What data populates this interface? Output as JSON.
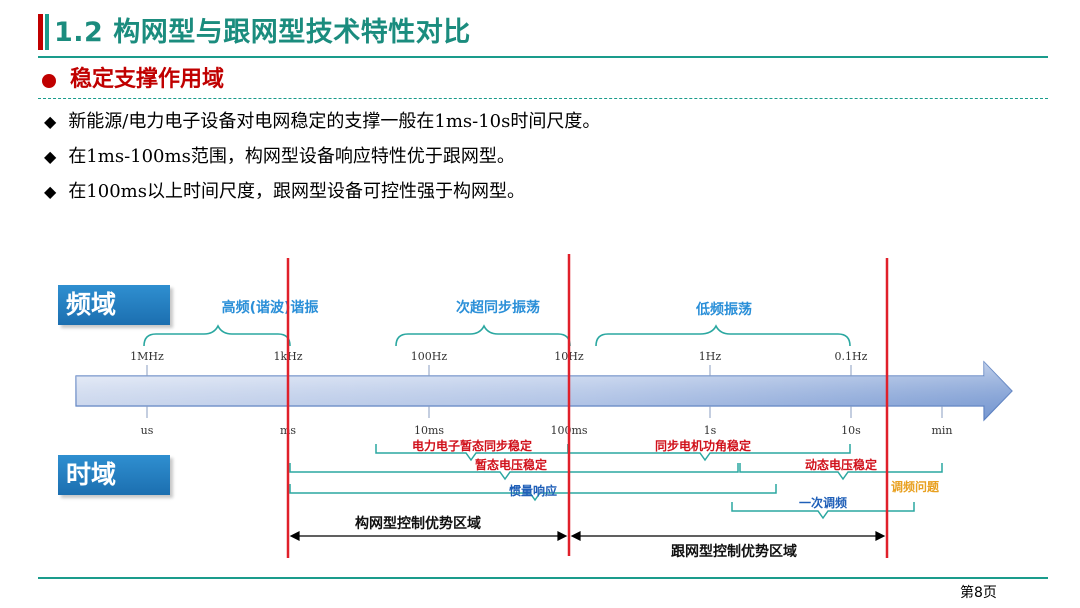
{
  "title": "1.2 构网型与跟网型技术特性对比",
  "subtitle": "稳定支撑作用域",
  "bullets": [
    "新能源/电力电子设备对电网稳定的支撑一般在1ms-10s时间尺度。",
    "在1ms-100ms范围，构网型设备响应特性优于跟网型。",
    "在100ms以上时间尺度，跟网型设备可控性强于构网型。"
  ],
  "bullet_icon": "diamond-icon",
  "page_number": "第8页",
  "diagram": {
    "freq_domain_label": "频域",
    "time_domain_label": "时域",
    "freq_ticks": [
      "1MHz",
      "1kHz",
      "100Hz",
      "10Hz",
      "1Hz",
      "0.1Hz"
    ],
    "time_ticks": [
      "us",
      "ms",
      "10ms",
      "100ms",
      "1s",
      "10s",
      "min"
    ],
    "freq_bands": [
      "高频(谐波)谐振",
      "次超同步振荡",
      "低频振荡"
    ],
    "time_phenomena": [
      "电力电子暂态同步稳定",
      "同步电机功角稳定",
      "暂态电压稳定",
      "动态电压稳定",
      "调频问题",
      "惯量响应",
      "一次调频"
    ],
    "regions": [
      "构网型控制优势区域",
      "跟网型控制优势区域"
    ],
    "colors": {
      "red_line": "#e0202a",
      "brace": "#2aa7a0",
      "freq_band_text": "#2a8fd8",
      "time_red_text": "#d0101a",
      "time_blue_text": "#1f5fb8",
      "orange_text": "#e8a020",
      "arrow_light": "#eef2fb",
      "arrow_dark": "#7f9fd6"
    }
  }
}
